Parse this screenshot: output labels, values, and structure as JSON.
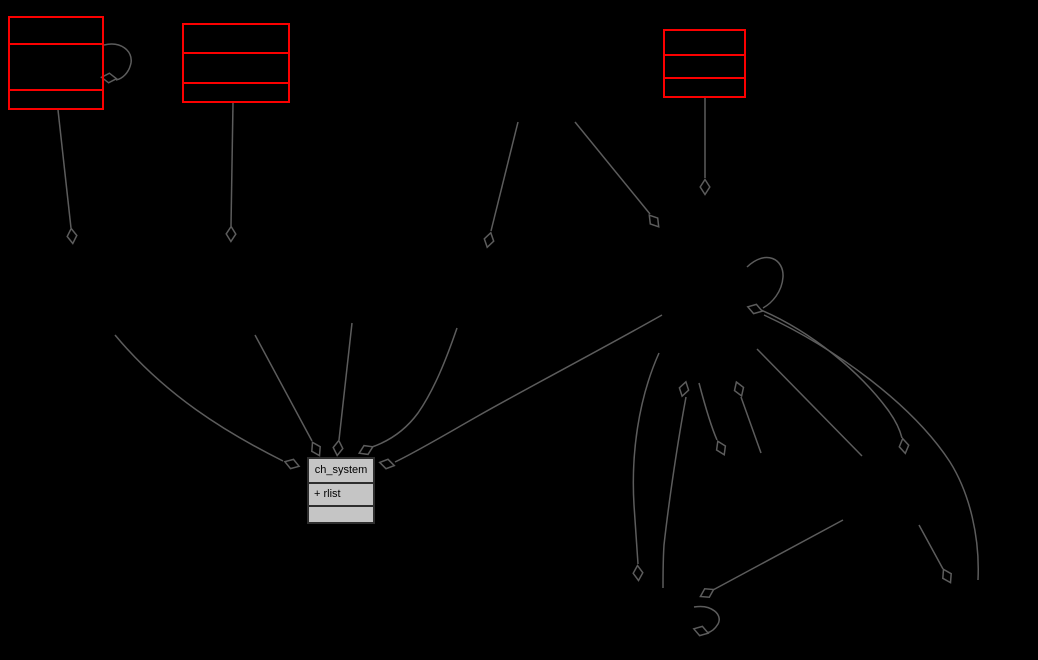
{
  "diagram": {
    "type": "uml-collaboration-graph",
    "background_color": "#000000",
    "edge_color": "#5c5c5c",
    "edge_style": "open-diamond-aggregation",
    "main_node": {
      "title": "ch_system",
      "attributes_row": "+ rlist",
      "operations_row": "",
      "fill_color": "#c5c5c5",
      "border_color": "#2e2e2e",
      "text_color": "#000000"
    },
    "truncated_nodes": [
      {
        "id": "truncated-class-1",
        "rows": 3,
        "border_color": "#fb0000",
        "has_self_loop": true
      },
      {
        "id": "truncated-class-2",
        "rows": 3,
        "border_color": "#fb0000",
        "has_self_loop": false
      },
      {
        "id": "truncated-class-3",
        "rows": 3,
        "border_color": "#fb0000",
        "has_self_loop": false
      }
    ],
    "edge_count": 22,
    "self_loop_count": 3
  }
}
